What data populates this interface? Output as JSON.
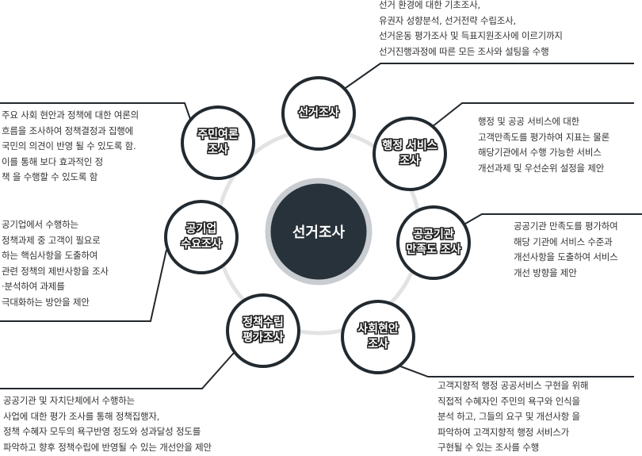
{
  "center": {
    "label": "선거조사"
  },
  "nodes": [
    {
      "id": "election",
      "label": [
        "선거조사"
      ],
      "description": [
        "선거 환경에 대한 기초조사,",
        "유권자 성향분석, 선거전략 수립조사,",
        "선거운동 평가조사 및 득표지원조사에 이르기까지",
        "선거진행과정에 따른 모든 조사와 설팅을 수행"
      ]
    },
    {
      "id": "admin-service",
      "label": [
        "행정 서비스",
        "조사"
      ],
      "description": [
        "행정 및 공공 서비스에 대한",
        "고객만족도를 평가하여 지표는 물론",
        "해당기관에서 수행 가능한 서비스",
        "개선과제 및 우선순위 설정을 제안"
      ]
    },
    {
      "id": "public-satisfaction",
      "label": [
        "공공기관",
        "만족도 조사"
      ],
      "description": [
        "공공기관 만족도를 평가하여",
        "해당 기관에 서비스 수준과",
        "개선사항을 도출하여 서비스",
        "개선 방향을 제안"
      ]
    },
    {
      "id": "social-issue",
      "label": [
        "사회현안",
        "조사"
      ],
      "description": [
        "고객지향적 행정 공공서비스 구현을 위해",
        "직접적 수혜자인 주민의 욕구와 인식을",
        "분석 하고, 그들의 요구 및 개선사항 을",
        "파악하여 고객지향적 행정 서비스가",
        "구현될 수 있는 조사를 수행"
      ]
    },
    {
      "id": "policy-eval",
      "label": [
        "정책수립",
        "평가조사"
      ],
      "description": [
        "공공기관 및 자치단체에서 수행하는",
        "사업에 대한 평가 조사를 통해 정책집행자,",
        "정책 수혜자 모두의 욕구반영 정도와 성과달성 정도를",
        "파악하고 향후 정책수립에 반영될 수 있는 개선안을 제안"
      ]
    },
    {
      "id": "public-enterprise",
      "label": [
        "공기업",
        "수요조사"
      ],
      "description": [
        "공기업에서 수행하는",
        "정책과제 중 고객이 필요로",
        "하는 핵심사항을 도출하여",
        "관련 정책의 제반사항을 조사",
        "·분석하여 과제를",
        "극대화하는 방안을 제안"
      ]
    },
    {
      "id": "public-opinion",
      "label": [
        "주민여론",
        "조사"
      ],
      "description": [
        "주요 사회 현안과 정책에 대한 여론의",
        "흐름을 조사하여 정책결정과 집행에",
        "국민의 의견이 반영 될 수 있도록 함.",
        "이를 통해 보다 효과적인 정",
        "책 을 수행할 수 있도록 함"
      ]
    }
  ],
  "colors": {
    "ring": "#e3e3e3",
    "node_fill": "#ffffff",
    "node_stroke": "#222a30",
    "center_fill": "#28323b",
    "center_stroke": "#c9ccd0",
    "line": "#22282d",
    "text": "#333333"
  }
}
